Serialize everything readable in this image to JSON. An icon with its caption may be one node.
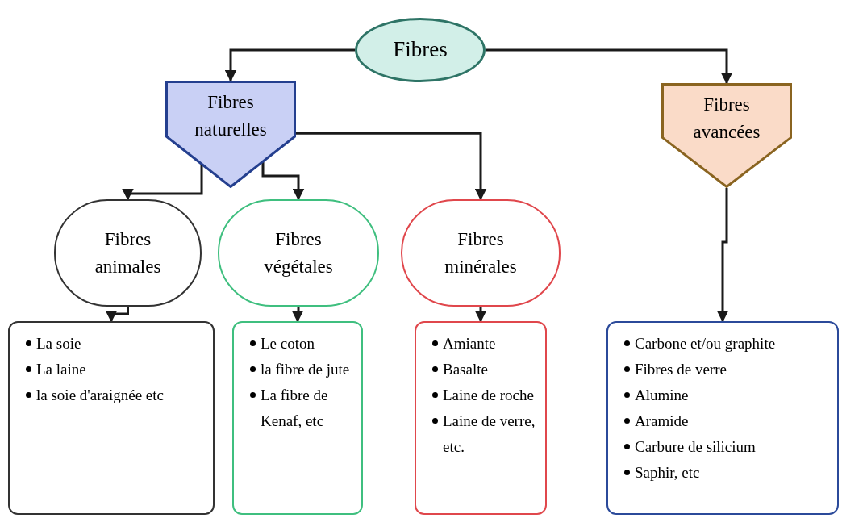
{
  "diagram": {
    "nodes": [
      {
        "text": [
          "Fibres"
        ]
      },
      {
        "text": [
          "Fibres naturelles"
        ]
      },
      {
        "text": [
          "Fibres avancées"
        ]
      },
      {
        "text": [
          "Fibres animales"
        ]
      },
      {
        "text": [
          "Fibres végétales"
        ]
      },
      {
        "text": [
          "Fibres minérales"
        ]
      },
      {
        "text": [
          "La soie",
          "La laine",
          "la soie d'araignée etc"
        ]
      },
      {
        "text": [
          "Le coton",
          "la fibre de jute",
          "La fibre de Kenaf, etc"
        ]
      },
      {
        "text": [
          "Amiante",
          "Basalte",
          "Laine de roche",
          "Laine de verre, etc."
        ]
      },
      {
        "text": [
          "Carbone et/ou graphite",
          "Fibres de verre",
          "Alumine",
          "Aramide",
          "Carbure de silicium",
          "Saphir, etc"
        ]
      }
    ],
    "edges": [
      {
        "from": 0,
        "to": 1,
        "arrow": "to"
      },
      {
        "from": 0,
        "to": 2,
        "arrow": "to"
      },
      {
        "from": 1,
        "to": 3,
        "arrow": "to"
      },
      {
        "from": 1,
        "to": 4,
        "arrow": "to"
      },
      {
        "from": 1,
        "to": 5,
        "arrow": "to"
      },
      {
        "from": 3,
        "to": 6,
        "arrow": "to"
      },
      {
        "from": 4,
        "to": 7,
        "arrow": "to"
      },
      {
        "from": 5,
        "to": 8,
        "arrow": "to"
      },
      {
        "from": 2,
        "to": 9,
        "arrow": "to"
      }
    ]
  }
}
